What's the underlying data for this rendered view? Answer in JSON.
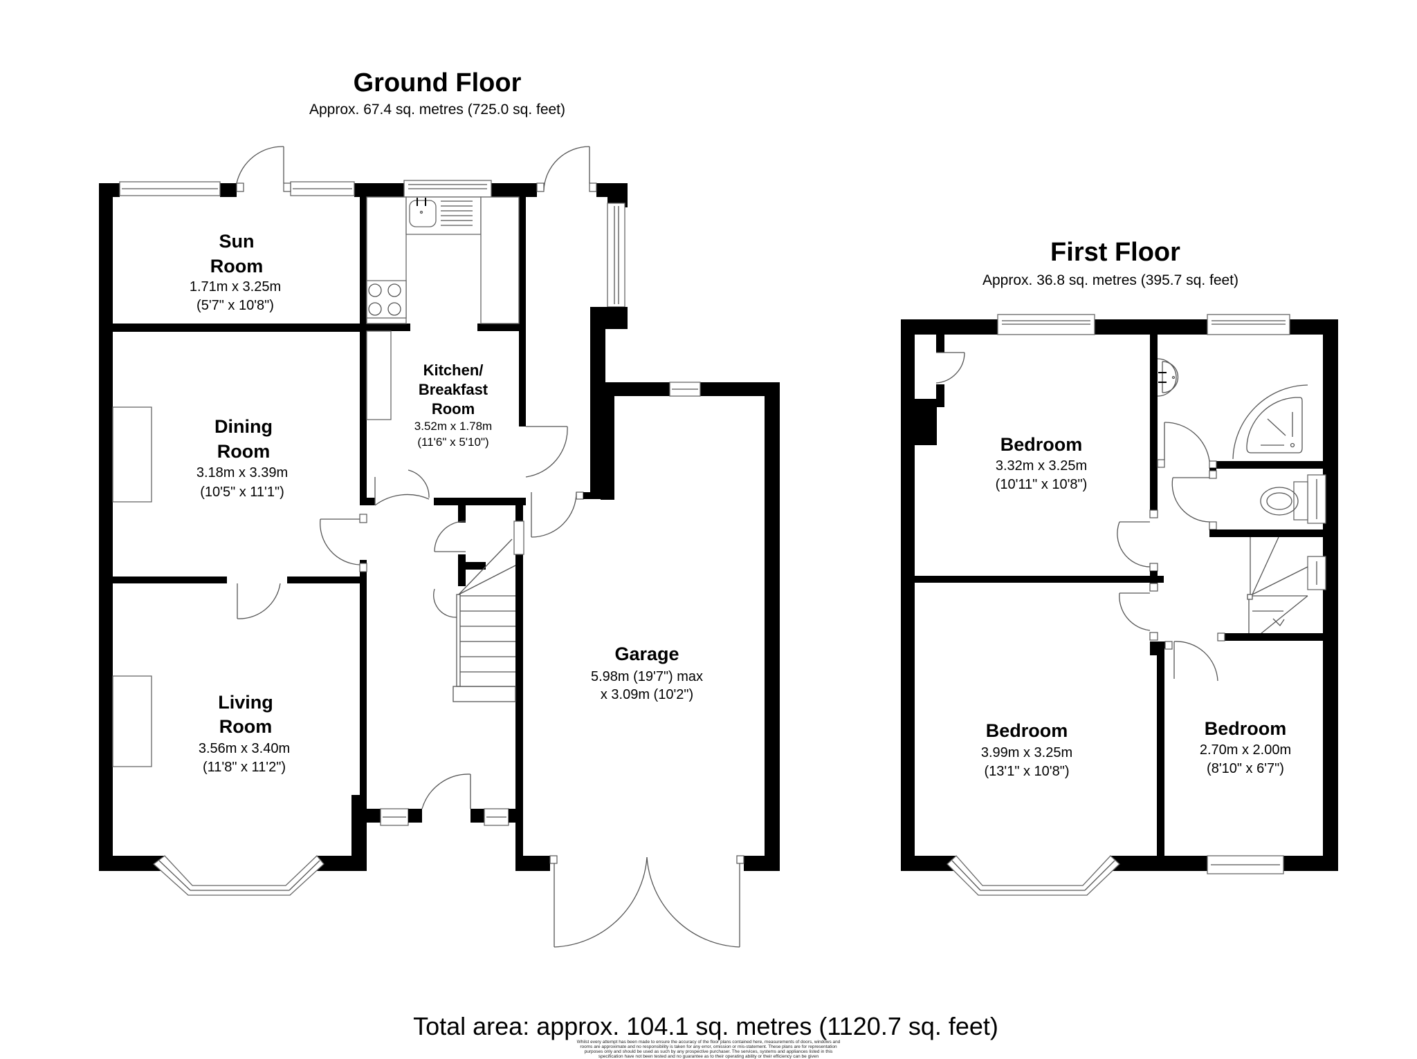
{
  "ground_floor": {
    "title": "Ground Floor",
    "area": "Approx. 67.4 sq. metres (725.0 sq. feet)",
    "rooms": [
      {
        "name_lines": [
          "Sun",
          "Room"
        ],
        "metric": "1.71m x 3.25m",
        "imperial": "(5'7\" x 10'8\")"
      },
      {
        "name_lines": [
          "Dining",
          "Room"
        ],
        "metric": "3.18m x 3.39m",
        "imperial": "(10'5\" x 11'1\")"
      },
      {
        "name_lines": [
          "Living",
          "Room"
        ],
        "metric": "3.56m x 3.40m",
        "imperial": "(11'8\" x 11'2\")"
      },
      {
        "name_lines": [
          "Kitchen/",
          "Breakfast",
          "Room"
        ],
        "metric": "3.52m x 1.78m",
        "imperial": "(11'6\" x 5'10\")"
      },
      {
        "name_lines": [
          "Garage"
        ],
        "metric": "5.98m (19'7\") max",
        "imperial": "x 3.09m (10'2\")"
      }
    ]
  },
  "first_floor": {
    "title": "First Floor",
    "area": "Approx. 36.8 sq. metres (395.7 sq. feet)",
    "rooms": [
      {
        "name_lines": [
          "Bedroom"
        ],
        "metric": "3.32m x 3.25m",
        "imperial": "(10'11\" x 10'8\")"
      },
      {
        "name_lines": [
          "Bedroom"
        ],
        "metric": "3.99m x 3.25m",
        "imperial": "(13'1\" x 10'8\")"
      },
      {
        "name_lines": [
          "Bedroom"
        ],
        "metric": "2.70m x 2.00m",
        "imperial": "(8'10\" x 6'7\")"
      }
    ]
  },
  "total_area": "Total area: approx. 104.1 sq. metres (1120.7 sq. feet)",
  "disclaimer": [
    "Whilst every attempt has been made to ensure the accuracy of the floor plans contained here, measurements of doors, windows and",
    "rooms are approximate and no responsibility is taken for any error, omission or mis-statement.  These plans are for representation",
    "purposes only and should be used as such by any prospective purchaser.  The services, systems and appliances listed in this",
    "specification have not been tested and no guarantee as to their operating ability or their efficiency can be given"
  ],
  "colors": {
    "wall": "#000000",
    "background": "#ffffff",
    "fixture_line": "#555555"
  }
}
